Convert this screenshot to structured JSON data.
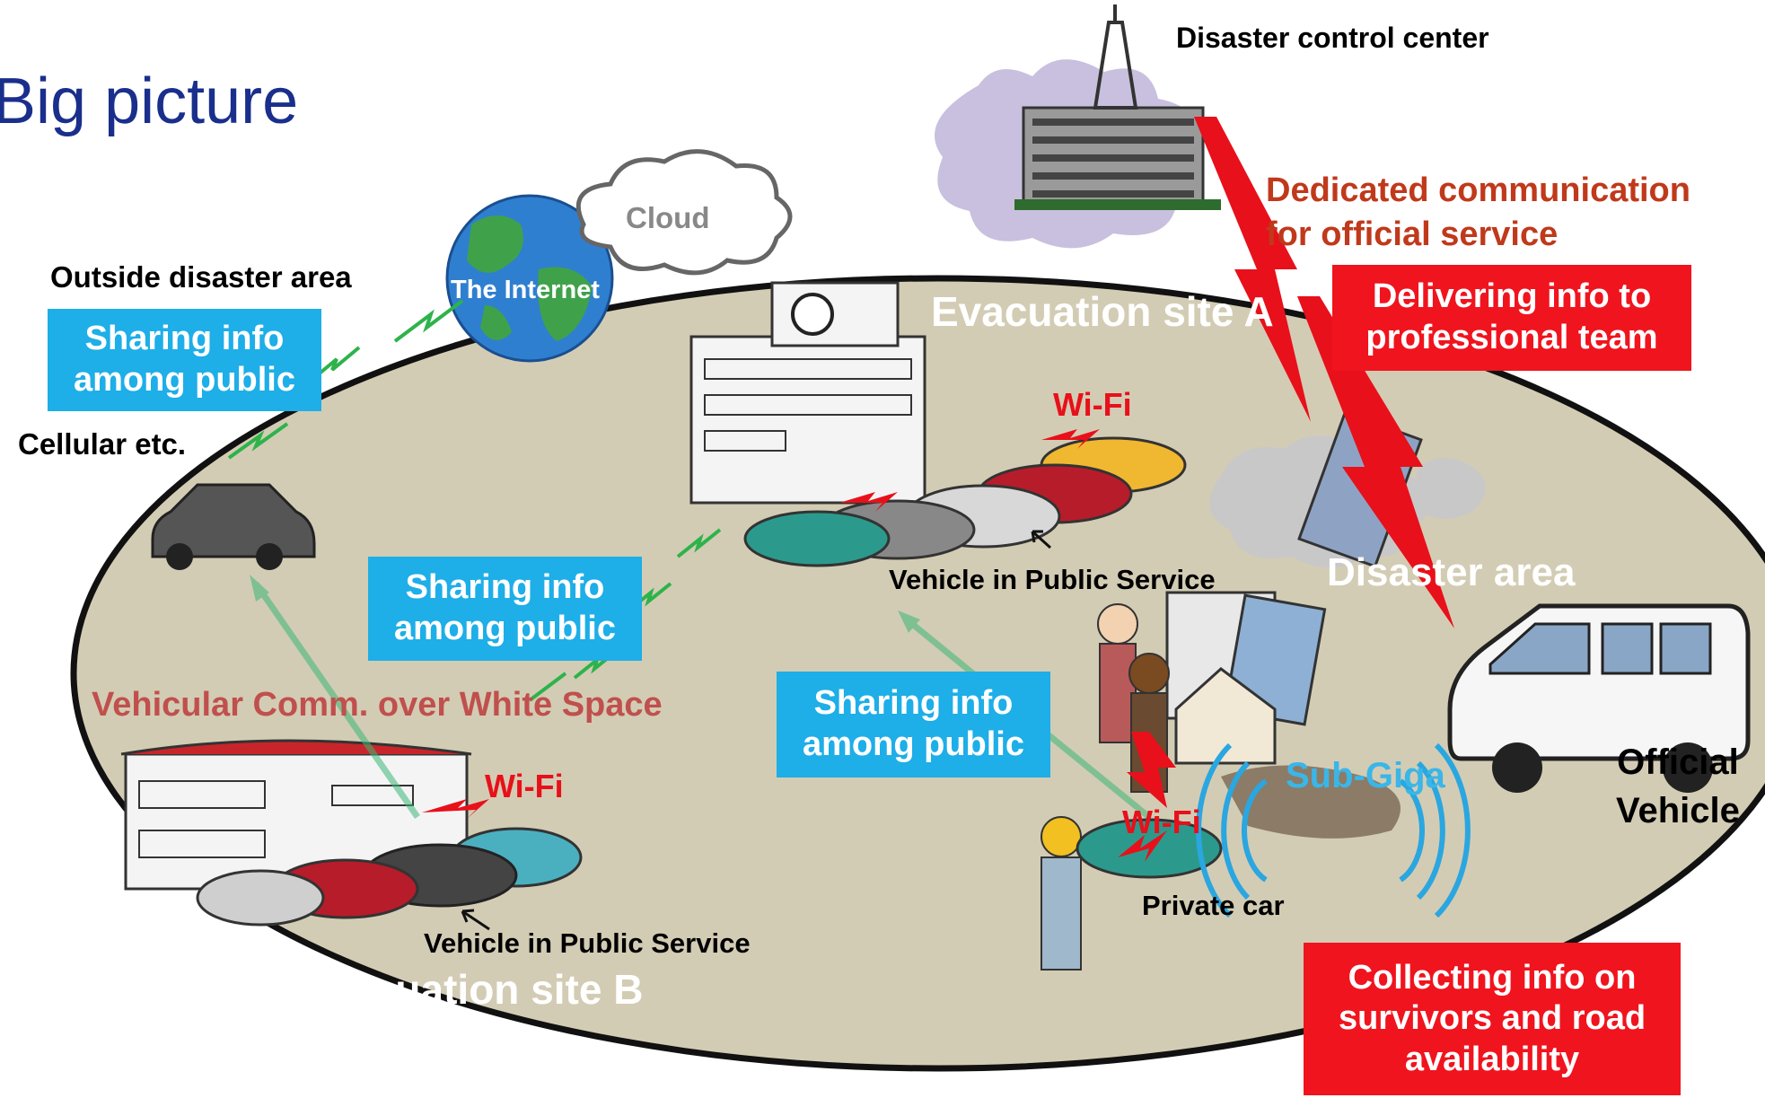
{
  "title": "Big picture",
  "labels": {
    "disaster_control_center": "Disaster control center",
    "dedicated_comm": "Dedicated communication\nfor official service",
    "cloud": "Cloud",
    "internet": "The Internet",
    "outside_area": "Outside disaster area",
    "cellular": "Cellular etc.",
    "evac_site_a": "Evacuation site A",
    "evac_site_b": "Evacuation site B",
    "disaster_area": "Disaster area",
    "vehicular_comm": "Vehicular Comm. over White Space",
    "wifi_a": "Wi-Fi",
    "wifi_b": "Wi-Fi",
    "wifi_c": "Wi-Fi",
    "vehicle_public_a": "Vehicle in Public Service",
    "vehicle_public_b": "Vehicle in Public Service",
    "private_car": "Private car",
    "sub_giga": "Sub-Giga",
    "official_vehicle": "Official\nVehicle"
  },
  "boxes": {
    "sharing_1": "Sharing info\namong public",
    "sharing_2": "Sharing info\namong public",
    "sharing_3": "Sharing info\namong public",
    "delivering": "Delivering info to\nprofessional team",
    "collecting": "Collecting info on\nsurvivors and road\navailability"
  },
  "colors": {
    "title": "#1a2f8c",
    "ellipse_fill": "#d3ccb4",
    "cyan_box": "#1eaee8",
    "red_box": "#f0141e",
    "dedicated_text": "#c0391b",
    "vehicular_text": "#c0504d",
    "lightning": "#e8101a",
    "wireless": "#3cb878"
  }
}
